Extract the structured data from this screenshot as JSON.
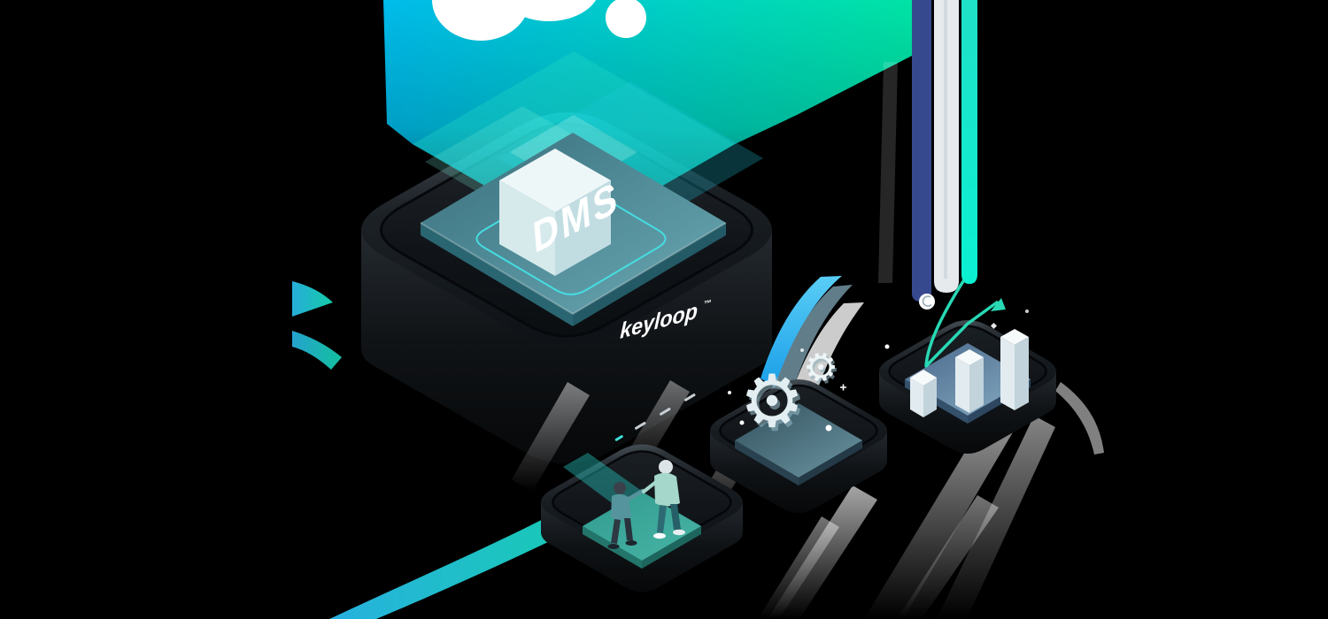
{
  "scene": {
    "background": "#000000",
    "cloud": {
      "icon": "cloud-icon",
      "color": "#FFFFFF"
    },
    "beam": {
      "gradient_start": "#00CCFF",
      "gradient_end": "#00F7B4"
    },
    "hero": {
      "label": "DMS",
      "logo": "keyloop",
      "logo_mark": "™",
      "surface_color": "#4E8C99",
      "body_color": "#15191D",
      "outline_color": "#45E0E4",
      "cube_icon": "cube-icon"
    },
    "modules": [
      {
        "id": "people",
        "icon": "people-icon",
        "surface_color": "#35A094"
      },
      {
        "id": "gears",
        "icon": "gear-icon",
        "surface_color": "#5E8795",
        "glyph": "⚙"
      },
      {
        "id": "analytics",
        "icon": "bar-chart-icon",
        "surface_color": "#6E93AC",
        "bars": [
          36,
          54,
          74
        ],
        "trend": "up"
      }
    ],
    "streams": {
      "navy": "#36498E",
      "white": "#EDF2F5",
      "green": "#12E6C6"
    }
  }
}
